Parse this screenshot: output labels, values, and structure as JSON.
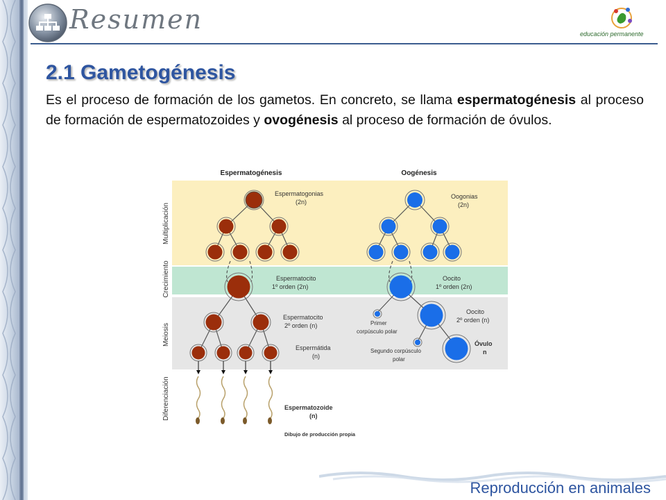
{
  "header": {
    "title": "Resumen",
    "brand": "educación permanente"
  },
  "section": {
    "title": "2.1 Gametogénesis",
    "para": {
      "p1": "Es el proceso de formación de los gametos. En concreto, se llama",
      "b1": "espermatogénesis",
      "p2": "al proceso de formación de espermatozoides y",
      "b2": "ovogénesis",
      "p3": "al proceso de formación de óvulos."
    }
  },
  "diagram": {
    "col_sperm": "Espermatogénesis",
    "col_oo": "Oogénesis",
    "phases": [
      "Multiplicación",
      "Crecimiento",
      "Meiosis",
      "Diferenciación"
    ],
    "labels": {
      "espermatogonias": "Espermatogonias",
      "espermatogonias_n": "(2n)",
      "oogonias": "Oogonias",
      "oogonias_n": "(2n)",
      "espermatocito1": "Espermatocito",
      "espermatocito1_n": "1º orden (2n)",
      "oocito1": "Oocito",
      "oocito1_n": "1º orden (2n)",
      "espermatocito2": "Espermatocito",
      "espermatocito2_n": "2º orden (n)",
      "oocito2": "Oocito",
      "oocito2_n": "2º orden (n)",
      "primer_cp": "Primer",
      "primer_cp2": "corpúsculo polar",
      "segundo_cp": "Segundo corpúsculo",
      "segundo_cp2": "polar",
      "espermatida": "Espermátida",
      "espermatida_n": "(n)",
      "ovulo": "Óvulo",
      "ovulo_n": "n",
      "espermatozoide": "Espermatozoide",
      "espermatozoide_n": "(n)"
    },
    "credit": "Dibujo de producción propia",
    "colors": {
      "sperm_cell": "#9b2e0b",
      "oo_cell": "#1a6ee8",
      "band_mult": "#fcefbf",
      "band_crec": "#bfe6d2",
      "band_meio": "#e6e6e6"
    }
  },
  "footer": {
    "text": "Reproducción en animales"
  }
}
